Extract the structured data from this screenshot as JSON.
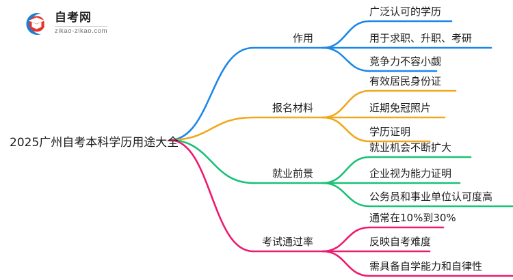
{
  "logo": {
    "title": "自考网",
    "domain": "zikao-zikao.com",
    "mark_icon": "graduation-cap-icon",
    "ring_color": "#1c7fd4",
    "cap_color": "#e63329"
  },
  "mindmap": {
    "root": {
      "label": "2025广州自考本科学历用途大全"
    },
    "branches": [
      {
        "label": "作用",
        "color": "#1b87e8",
        "leaves": [
          "广泛认可的学历",
          "用于求职、升职、考研",
          "竞争力不容小觑"
        ]
      },
      {
        "label": "报名材料",
        "color": "#f0a81c",
        "leaves": [
          "有效居民身份证",
          "近期免冠照片",
          "学历证明"
        ]
      },
      {
        "label": "就业前景",
        "color": "#18c176",
        "leaves": [
          "就业机会不断扩大",
          "企业视为能力证明",
          "公务员和事业单位认可度高"
        ]
      },
      {
        "label": "考试通过率",
        "color": "#ed1a6e",
        "leaves": [
          "通常在10%到30%",
          "反映自考难度",
          "需具备自学能力和自律性"
        ]
      }
    ]
  }
}
